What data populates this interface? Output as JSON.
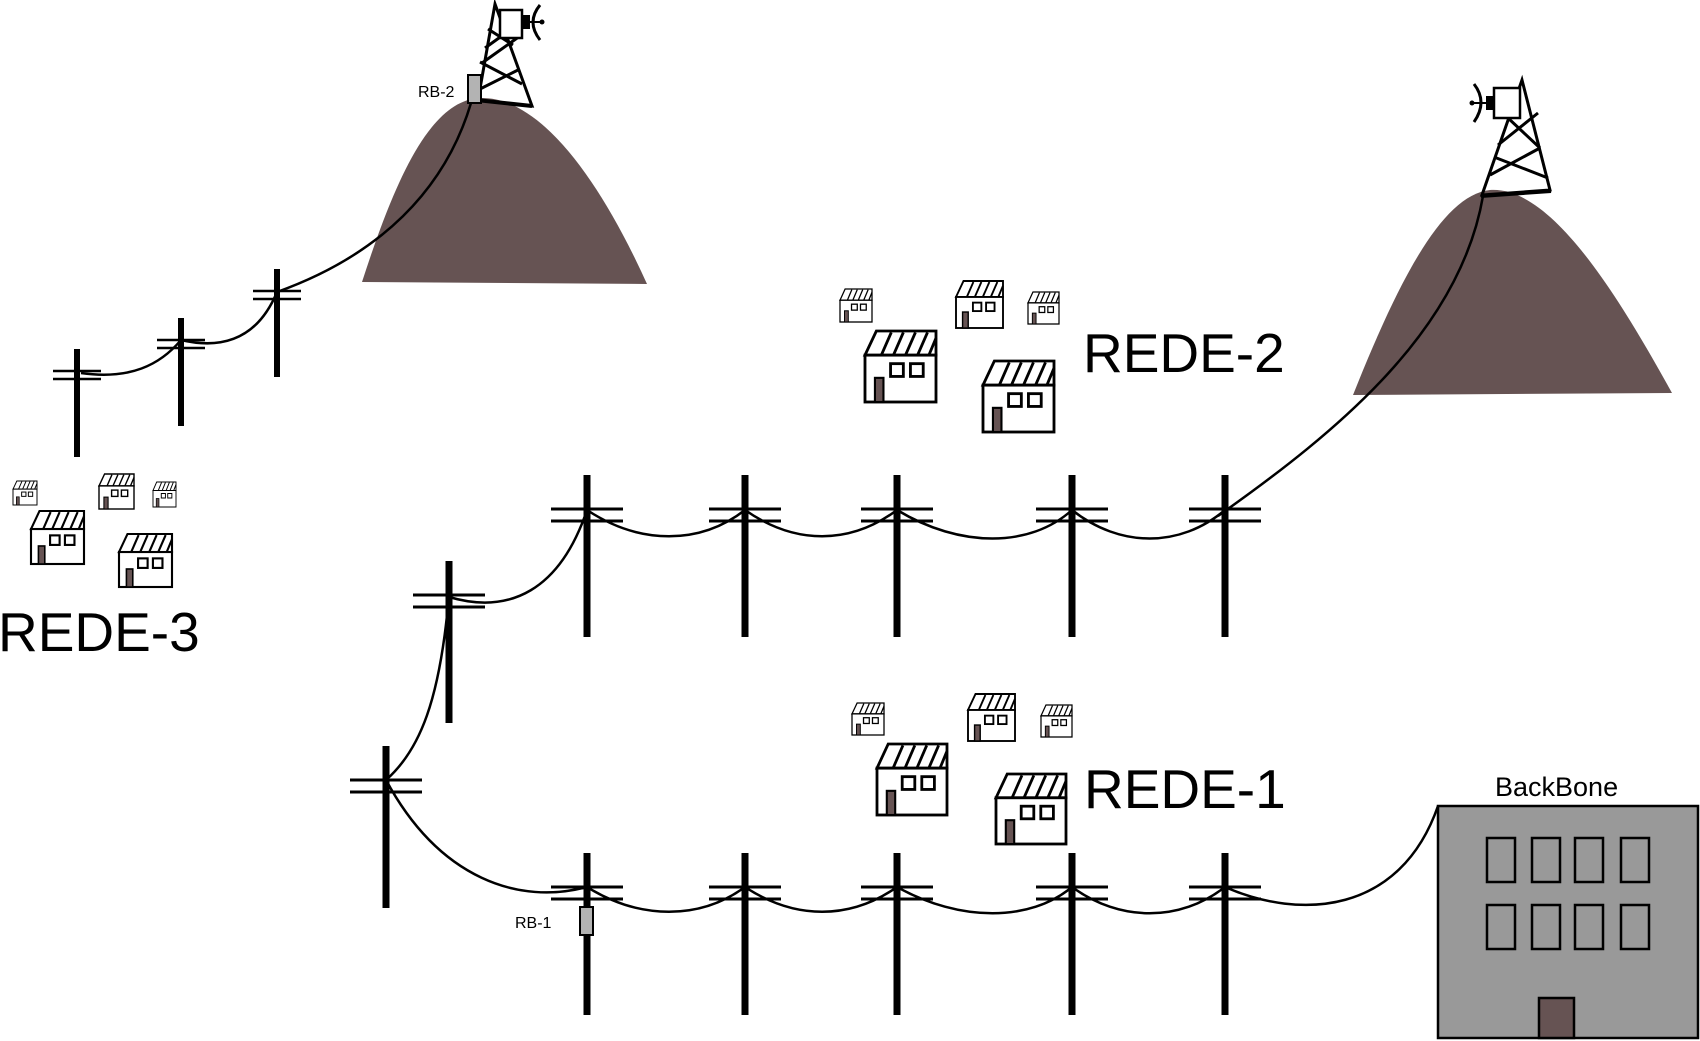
{
  "diagram": {
    "type": "network-topology",
    "colors": {
      "mountain": "#665353",
      "building": "#999999",
      "door": "#665353",
      "radio_box": "#b3b3b3",
      "line": "#000000"
    },
    "labels": {
      "rede1": "REDE-1",
      "rede2": "REDE-2",
      "rede3": "REDE-3",
      "backbone": "BackBone",
      "rb1": "RB-1",
      "rb2": "RB-2"
    },
    "networks": [
      {
        "id": "rede1",
        "name": "REDE-1",
        "houses": 5
      },
      {
        "id": "rede2",
        "name": "REDE-2",
        "houses": 5
      },
      {
        "id": "rede3",
        "name": "REDE-3",
        "houses": 5
      }
    ],
    "nodes": [
      {
        "id": "backbone",
        "label": "BackBone",
        "kind": "building"
      },
      {
        "id": "rb1",
        "label": "RB-1",
        "kind": "radio-base"
      },
      {
        "id": "rb2",
        "label": "RB-2",
        "kind": "radio-base"
      },
      {
        "id": "tower-left",
        "kind": "radio-tower-on-hill"
      },
      {
        "id": "tower-right",
        "kind": "radio-tower-on-hill"
      }
    ]
  }
}
